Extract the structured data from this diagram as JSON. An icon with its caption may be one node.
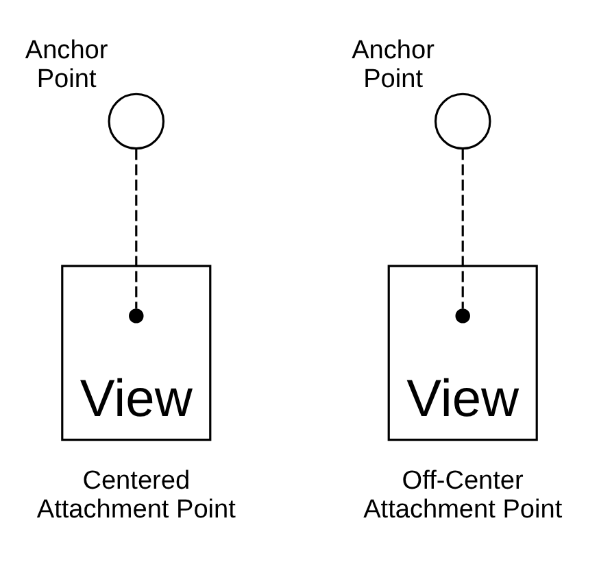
{
  "diagram": {
    "nodes": [
      {
        "text": [],
        "shape": "circle",
        "beside": [
          "Anchor Point"
        ]
      },
      {
        "text": [
          "View"
        ],
        "beside": [
          "Centered Attachment Point"
        ]
      },
      {
        "text": [],
        "shape": "dot",
        "in": 1
      },
      {
        "text": [],
        "shape": "circle",
        "beside": [
          "Anchor Point"
        ]
      },
      {
        "text": [
          "View"
        ],
        "beside": [
          "Off-Center Attachment Point"
        ]
      },
      {
        "text": [],
        "shape": "dot",
        "in": 4
      }
    ],
    "edges": [
      {
        "from": 0,
        "to": 2,
        "arrow": "none",
        "style": "dashed"
      },
      {
        "from": 3,
        "to": 5,
        "arrow": "none",
        "style": "dashed"
      }
    ]
  }
}
